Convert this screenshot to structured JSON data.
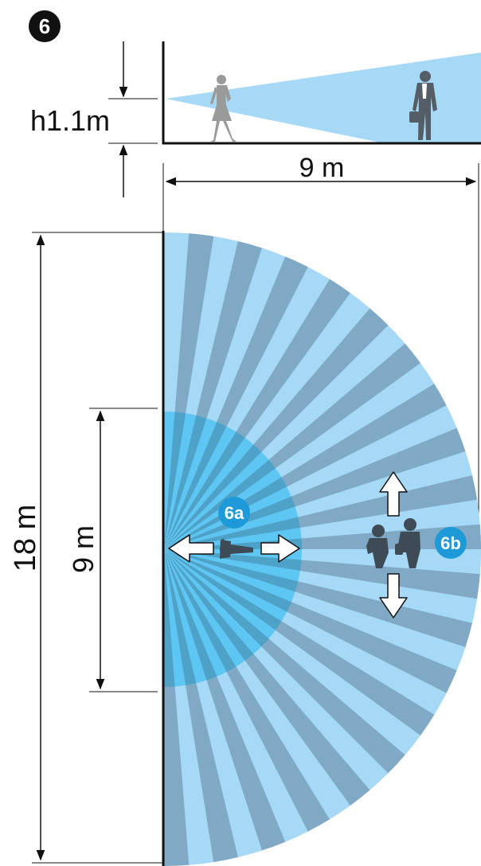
{
  "step_badge": "6",
  "side_view": {
    "height_label": "h1.1m",
    "width_label": "9 m"
  },
  "top_view": {
    "total_length_label": "18 m",
    "inner_length_label": "9 m",
    "zone_a_label": "6a",
    "zone_b_label": "6b",
    "dark_stripe_count": 20
  },
  "colors": {
    "zone_light": "#a6d9f5",
    "zone_dark": "#7fa9c4",
    "inner_zone": "#5ec6f2",
    "inner_zone_dark": "#4ea2c8",
    "badge_blue": "#1e9ad8",
    "figure_gray": "#999999",
    "figure_dark": "#555d66",
    "line": "#111111"
  },
  "icons": {
    "person_left": "walking-woman-icon",
    "person_right": "businessman-icon",
    "arrows": [
      "arrow-left-icon",
      "arrow-right-icon",
      "arrow-up-icon",
      "arrow-down-icon"
    ]
  }
}
